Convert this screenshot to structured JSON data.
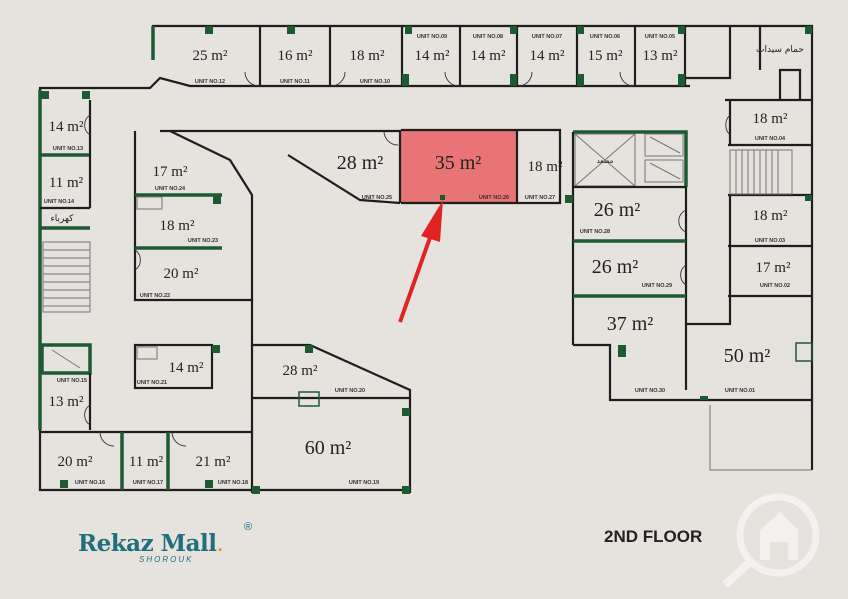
{
  "units": [
    {
      "area": "25 m²",
      "unit": "UNIT NO.12"
    },
    {
      "area": "16 m²",
      "unit": "UNIT NO.11"
    },
    {
      "area": "18 m²",
      "unit": "UNIT NO.10"
    },
    {
      "area": "14 m²",
      "unit": "UNIT NO.09"
    },
    {
      "area": "14 m²",
      "unit": "UNIT NO.08"
    },
    {
      "area": "14 m²",
      "unit": "UNIT NO.07"
    },
    {
      "area": "15 m²",
      "unit": "UNIT NO.06"
    },
    {
      "area": "13 m²",
      "unit": "UNIT NO.05"
    },
    {
      "area": "18 m²",
      "unit": "UNIT NO.04"
    },
    {
      "area": "18 m²",
      "unit": "UNIT NO.03"
    },
    {
      "area": "17 m²",
      "unit": "UNIT NO.02"
    },
    {
      "area": "50 m²",
      "unit": "UNIT NO.01"
    },
    {
      "area": "26 m²",
      "unit": "UNIT NO.28"
    },
    {
      "area": "26 m²",
      "unit": "UNIT NO.29"
    },
    {
      "area": "37 m²",
      "unit": "UNIT NO.30"
    },
    {
      "area": "18 m²",
      "unit": "UNIT NO.27"
    },
    {
      "area": "35 m²",
      "unit": "UNIT NO.26"
    },
    {
      "area": "28 m²",
      "unit": "UNIT NO.25"
    },
    {
      "area": "17 m²",
      "unit": "UNIT NO.24"
    },
    {
      "area": "18 m²",
      "unit": "UNIT NO.23"
    },
    {
      "area": "20 m²",
      "unit": "UNIT NO.22"
    },
    {
      "area": "14 m²",
      "unit": "UNIT NO.21"
    },
    {
      "area": "28 m²",
      "unit": "UNIT NO.20"
    },
    {
      "area": "60 m²",
      "unit": "UNIT NO.19"
    },
    {
      "area": "14 m²",
      "unit": "UNIT NO.13"
    },
    {
      "area": "11 m²",
      "unit": "UNIT NO.14"
    },
    {
      "area": "13 m²",
      "unit": "UNIT NO.15"
    },
    {
      "area": "20 m²",
      "unit": "UNIT NO.16"
    },
    {
      "area": "11 m²",
      "unit": "UNIT NO.17"
    },
    {
      "area": "21 m²",
      "unit": "UNIT NO.18"
    }
  ],
  "highlighted_unit": "UNIT NO.26",
  "labels": {
    "ladies_wc": "حمام سيدات",
    "electricity": "كهرباء",
    "elevator": "مصعد"
  },
  "brand": {
    "name": "Rekaz Mall",
    "registered": "®",
    "subtitle": "SHOROUK"
  },
  "floor_title": "2ND FLOOR",
  "colors": {
    "highlight": "#e8585a",
    "wall_green": "#1d5a31",
    "brand": "#1f6f7e",
    "brand_dot": "#f08a1d",
    "arrow": "#e02424"
  }
}
